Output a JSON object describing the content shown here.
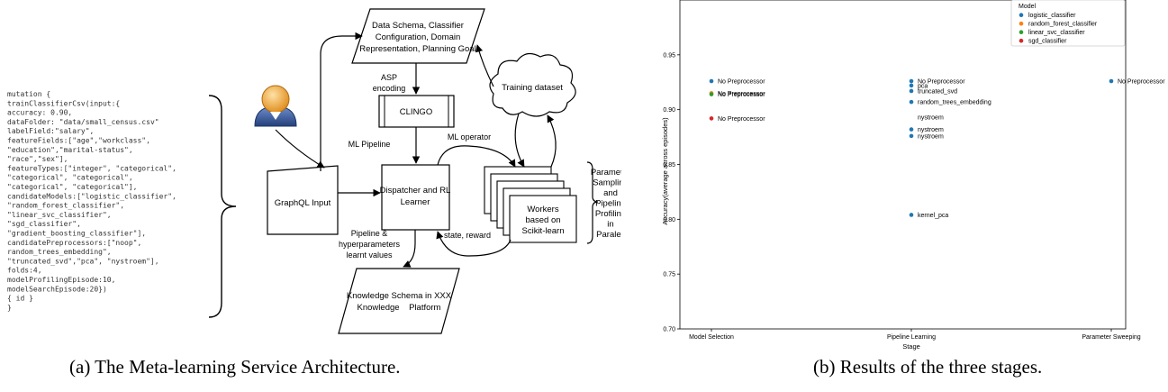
{
  "figure_a": {
    "caption": "(a) The Meta-learning Service Architecture.",
    "code_lines": [
      "mutation {",
      "  trainClassifierCsv(input:{",
      "    accuracy: 0.90,",
      "    dataFolder: \"data/small_census.csv\"",
      "    labelField:\"salary\",",
      "    featureFields:[\"age\",\"workclass\",",
      "        \"education\",\"marital-status\",",
      "        \"race\",\"sex\"],",
      "    featureTypes:[\"integer\", \"categorical\",",
      "        \"categorical\", \"categorical\",",
      "        \"categorical\", \"categorical\"],",
      "    candidateModels:[\"logistic_classifier\",",
      "        \"random_forest_classifier\",",
      "        \"linear_svc_classifier\",",
      "        \"sgd_classifier\",",
      "        \"gradient_boosting_classifier\"],",
      "    candidatePreprocessors:[\"noop\",",
      "        random_trees_embedding\",",
      "        \"truncated_svd\",\"pca\", \"nystroem\"],",
      "    folds:4,",
      "    modelProfilingEpisode:10,",
      "    modelSearchEpisode:20})",
      "  { id }",
      "}"
    ],
    "nodes": {
      "schema": [
        "Data Schema, Classifier",
        "Configuration, Domain",
        "Representation, Planning Goal"
      ],
      "clingo": "CLINGO",
      "graphql": "GraphQL Input",
      "dispatcher": [
        "Dispatcher and RL",
        "Learner"
      ],
      "training": "Training dataset",
      "workers": [
        "Workers",
        "based on",
        "Scikit-learn"
      ],
      "knowledge": [
        "Knowledge Schema in XXX",
        "Knowledge    Platform"
      ],
      "parameter": [
        "Parameter",
        "Sampling",
        "and",
        "Pipeline",
        "Profiling",
        "in",
        "Paralell"
      ]
    },
    "edge_labels": {
      "asp": [
        "ASP",
        "encoding"
      ],
      "ml_pipeline": "ML Pipeline",
      "ml_operator": "ML operator",
      "state_reward": "state, reward",
      "pipeline_values": [
        "Pipeline &",
        "hyperparameters",
        "learnt values"
      ]
    }
  },
  "figure_b": {
    "caption": "(b) Results of the three stages.",
    "chart_data": {
      "type": "scatter",
      "xlabel": "Stage",
      "ylabel": "Accuracy(average across episodes)",
      "categories": [
        "Model Selection",
        "Pipeline Learning",
        "Parameter Sweeping"
      ],
      "ylim": [
        0.7,
        1.0
      ],
      "yticks": [
        0.7,
        0.75,
        0.8,
        0.85,
        0.9,
        0.95
      ],
      "legend_title": "Model",
      "legend_position": "top-right",
      "series": [
        {
          "name": "logistic_classifier",
          "color": "#1f77b4"
        },
        {
          "name": "random_forest_classifier",
          "color": "#ff7f0e"
        },
        {
          "name": "linear_svc_classifier",
          "color": "#2ca02c"
        },
        {
          "name": "sgd_classifier",
          "color": "#d62728"
        }
      ],
      "points": [
        {
          "stage": "Model Selection",
          "series": "logistic_classifier",
          "y": 0.926,
          "label": "No Preprocessor"
        },
        {
          "stage": "Model Selection",
          "series": "random_forest_classifier",
          "y": 0.915,
          "label": "No Preprocessor"
        },
        {
          "stage": "Model Selection",
          "series": "linear_svc_classifier",
          "y": 0.914,
          "label": "No Preprocessor"
        },
        {
          "stage": "Model Selection",
          "series": "sgd_classifier",
          "y": 0.892,
          "label": "No Preprocessor"
        },
        {
          "stage": "Pipeline Learning",
          "series": "logistic_classifier",
          "y": 0.926,
          "label": "No Preprocessor"
        },
        {
          "stage": "Pipeline Learning",
          "series": "logistic_classifier",
          "y": 0.922,
          "label": "pca"
        },
        {
          "stage": "Pipeline Learning",
          "series": "logistic_classifier",
          "y": 0.917,
          "label": "truncated_svd"
        },
        {
          "stage": "Pipeline Learning",
          "series": "logistic_classifier",
          "y": 0.907,
          "label": "random_trees_embedding"
        },
        {
          "stage": "Pipeline Learning",
          "series": "logistic_classifier",
          "y": 0.882,
          "label": "nystroem"
        },
        {
          "stage": "Pipeline Learning",
          "series": "logistic_classifier",
          "y": 0.876,
          "label": "nystroem"
        },
        {
          "stage": "Pipeline Learning",
          "series": "logistic_classifier",
          "y": 0.804,
          "label": "kernel_pca"
        },
        {
          "stage": "Parameter Sweeping",
          "series": "logistic_classifier",
          "y": 0.926,
          "label": "No Preprocessor"
        }
      ],
      "extra_labels": [
        {
          "stage": "Pipeline Learning",
          "y": 0.893,
          "label": "nystroem"
        }
      ]
    }
  }
}
